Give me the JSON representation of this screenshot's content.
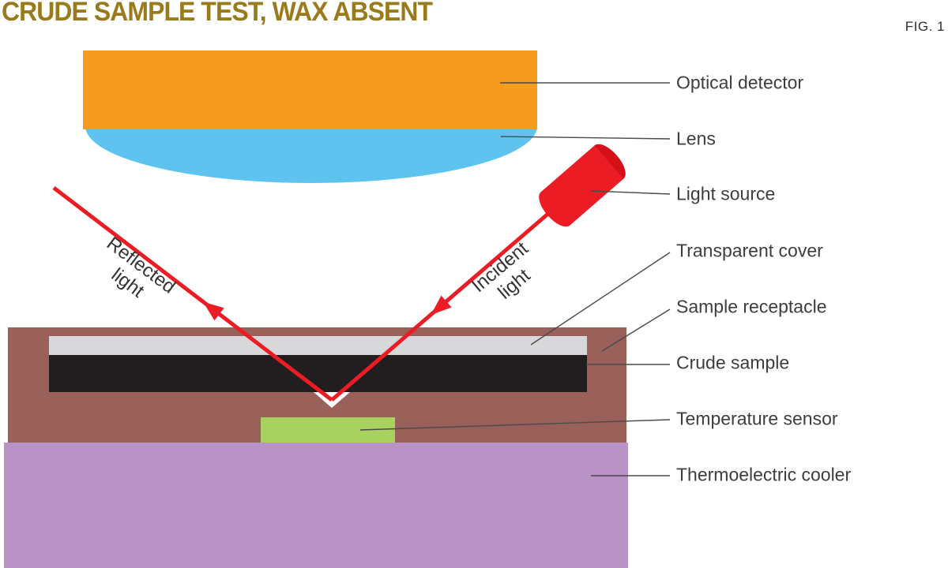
{
  "title": "CRUDE SAMPLE TEST, WAX ABSENT",
  "fig_label": "FIG. 1",
  "colors": {
    "title": "#9A7B1B",
    "detector": "#F59B1E",
    "lens": "#5EC4EF",
    "light_source": "#EC1C24",
    "light_source_face": "#D41019",
    "ray": "#EC1C24",
    "receptacle": "#9A605A",
    "cover": "#D8D8DA",
    "sample": "#221E1F",
    "sensor": "#A9D15F",
    "cooler": "#BA93C6",
    "label_text": "#3D3D3D",
    "leader": "#4A4A4A",
    "background": "#FFFFFF"
  },
  "ray_labels": {
    "reflected": "Reflected\nlight",
    "incident": "Incident\nlight"
  },
  "callouts": [
    "Optical detector",
    "Lens",
    "Light source",
    "Transparent cover",
    "Sample receptacle",
    "Crude sample",
    "Temperature sensor",
    "Thermoelectric cooler"
  ]
}
